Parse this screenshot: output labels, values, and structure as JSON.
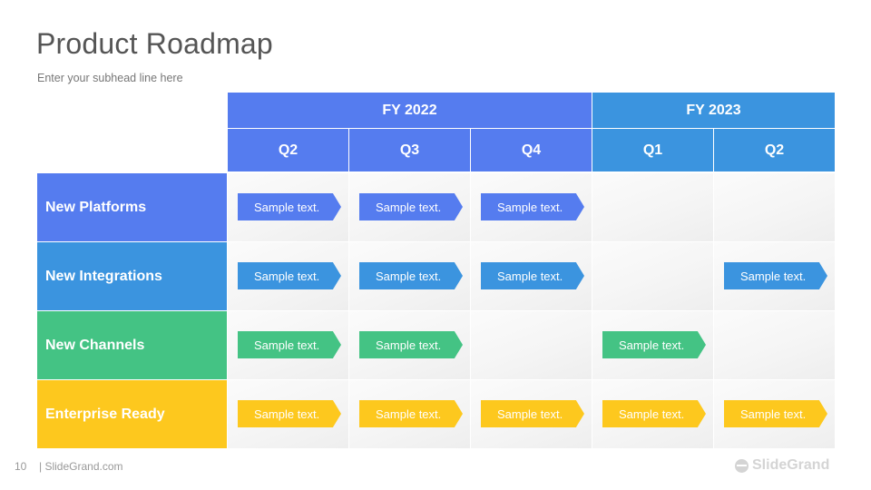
{
  "slide": {
    "title": "Product Roadmap",
    "subhead": "Enter your subhead line here",
    "page_number": "10",
    "footer_site": "| SlideGrand.com",
    "logo_text": "SlideGrand"
  },
  "colors": {
    "blue_dark": "#557CEF",
    "blue_light": "#3B94DF",
    "green": "#44C384",
    "yellow": "#FDC81E"
  },
  "header": {
    "years": [
      {
        "label": "FY 2022",
        "color": "#557CEF"
      },
      {
        "label": "FY 2023",
        "color": "#3B94DF"
      }
    ],
    "quarters": [
      {
        "label": "Q2",
        "color": "#557CEF"
      },
      {
        "label": "Q3",
        "color": "#557CEF"
      },
      {
        "label": "Q4",
        "color": "#557CEF"
      },
      {
        "label": "Q1",
        "color": "#3B94DF"
      },
      {
        "label": "Q2",
        "color": "#3B94DF"
      }
    ]
  },
  "rows": [
    {
      "label": "New Platforms",
      "color": "#557CEF",
      "cells": [
        "Sample text.",
        "Sample text.",
        "Sample text.",
        "",
        ""
      ]
    },
    {
      "label": "New Integrations",
      "color": "#3B94DF",
      "cells": [
        "Sample text.",
        "Sample text.",
        "Sample text.",
        "",
        "Sample text."
      ]
    },
    {
      "label": "New Channels",
      "color": "#44C384",
      "cells": [
        "Sample text.",
        "Sample text.",
        "",
        "Sample text.",
        ""
      ]
    },
    {
      "label": "Enterprise Ready",
      "color": "#FDC81E",
      "cells": [
        "Sample text.",
        "Sample text.",
        "Sample text.",
        "Sample text.",
        "Sample text."
      ]
    }
  ]
}
